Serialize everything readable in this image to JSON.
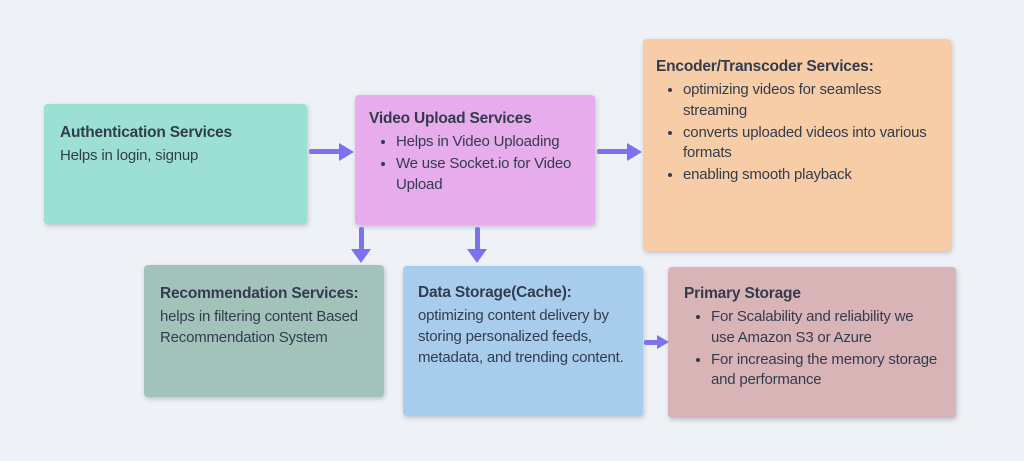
{
  "diagram": {
    "background_color": "#eef1f5",
    "arrow_color": "#7d72ee",
    "text_color": "#333c4e",
    "boxes": {
      "authentication": {
        "title": "Authentication Services",
        "body": "Helps in login, signup",
        "color": "#9ce0d3"
      },
      "video_upload": {
        "title": "Video Upload Services",
        "bullets": [
          "Helps in Video Uploading",
          "We use Socket.io for Video Upload"
        ],
        "color": "#e6aceb"
      },
      "encoder": {
        "title": "Encoder/Transcoder Services:",
        "bullets": [
          "optimizing videos for seamless streaming",
          "converts uploaded videos into various formats",
          "enabling smooth playback"
        ],
        "color": "#f6cda6"
      },
      "recommendation": {
        "title": "Recommendation Services:",
        "body": "helps in filtering content Based Recommendation System",
        "color": "#a3c3ba"
      },
      "data_storage": {
        "title": "Data Storage(Cache):",
        "body": "optimizing content delivery by storing personalized feeds, metadata, and trending content.",
        "color": "#a8cdec"
      },
      "primary_storage": {
        "title": "Primary Storage",
        "bullets": [
          "For Scalability and reliability we use Amazon S3 or Azure",
          "For increasing the memory storage and performance"
        ],
        "color": "#d9b4b6"
      }
    },
    "arrows": [
      {
        "from": "authentication",
        "to": "video_upload",
        "direction": "right"
      },
      {
        "from": "video_upload",
        "to": "encoder",
        "direction": "right"
      },
      {
        "from": "video_upload",
        "to": "recommendation",
        "direction": "down"
      },
      {
        "from": "video_upload",
        "to": "data_storage",
        "direction": "down"
      },
      {
        "from": "data_storage",
        "to": "primary_storage",
        "direction": "right"
      }
    ]
  }
}
